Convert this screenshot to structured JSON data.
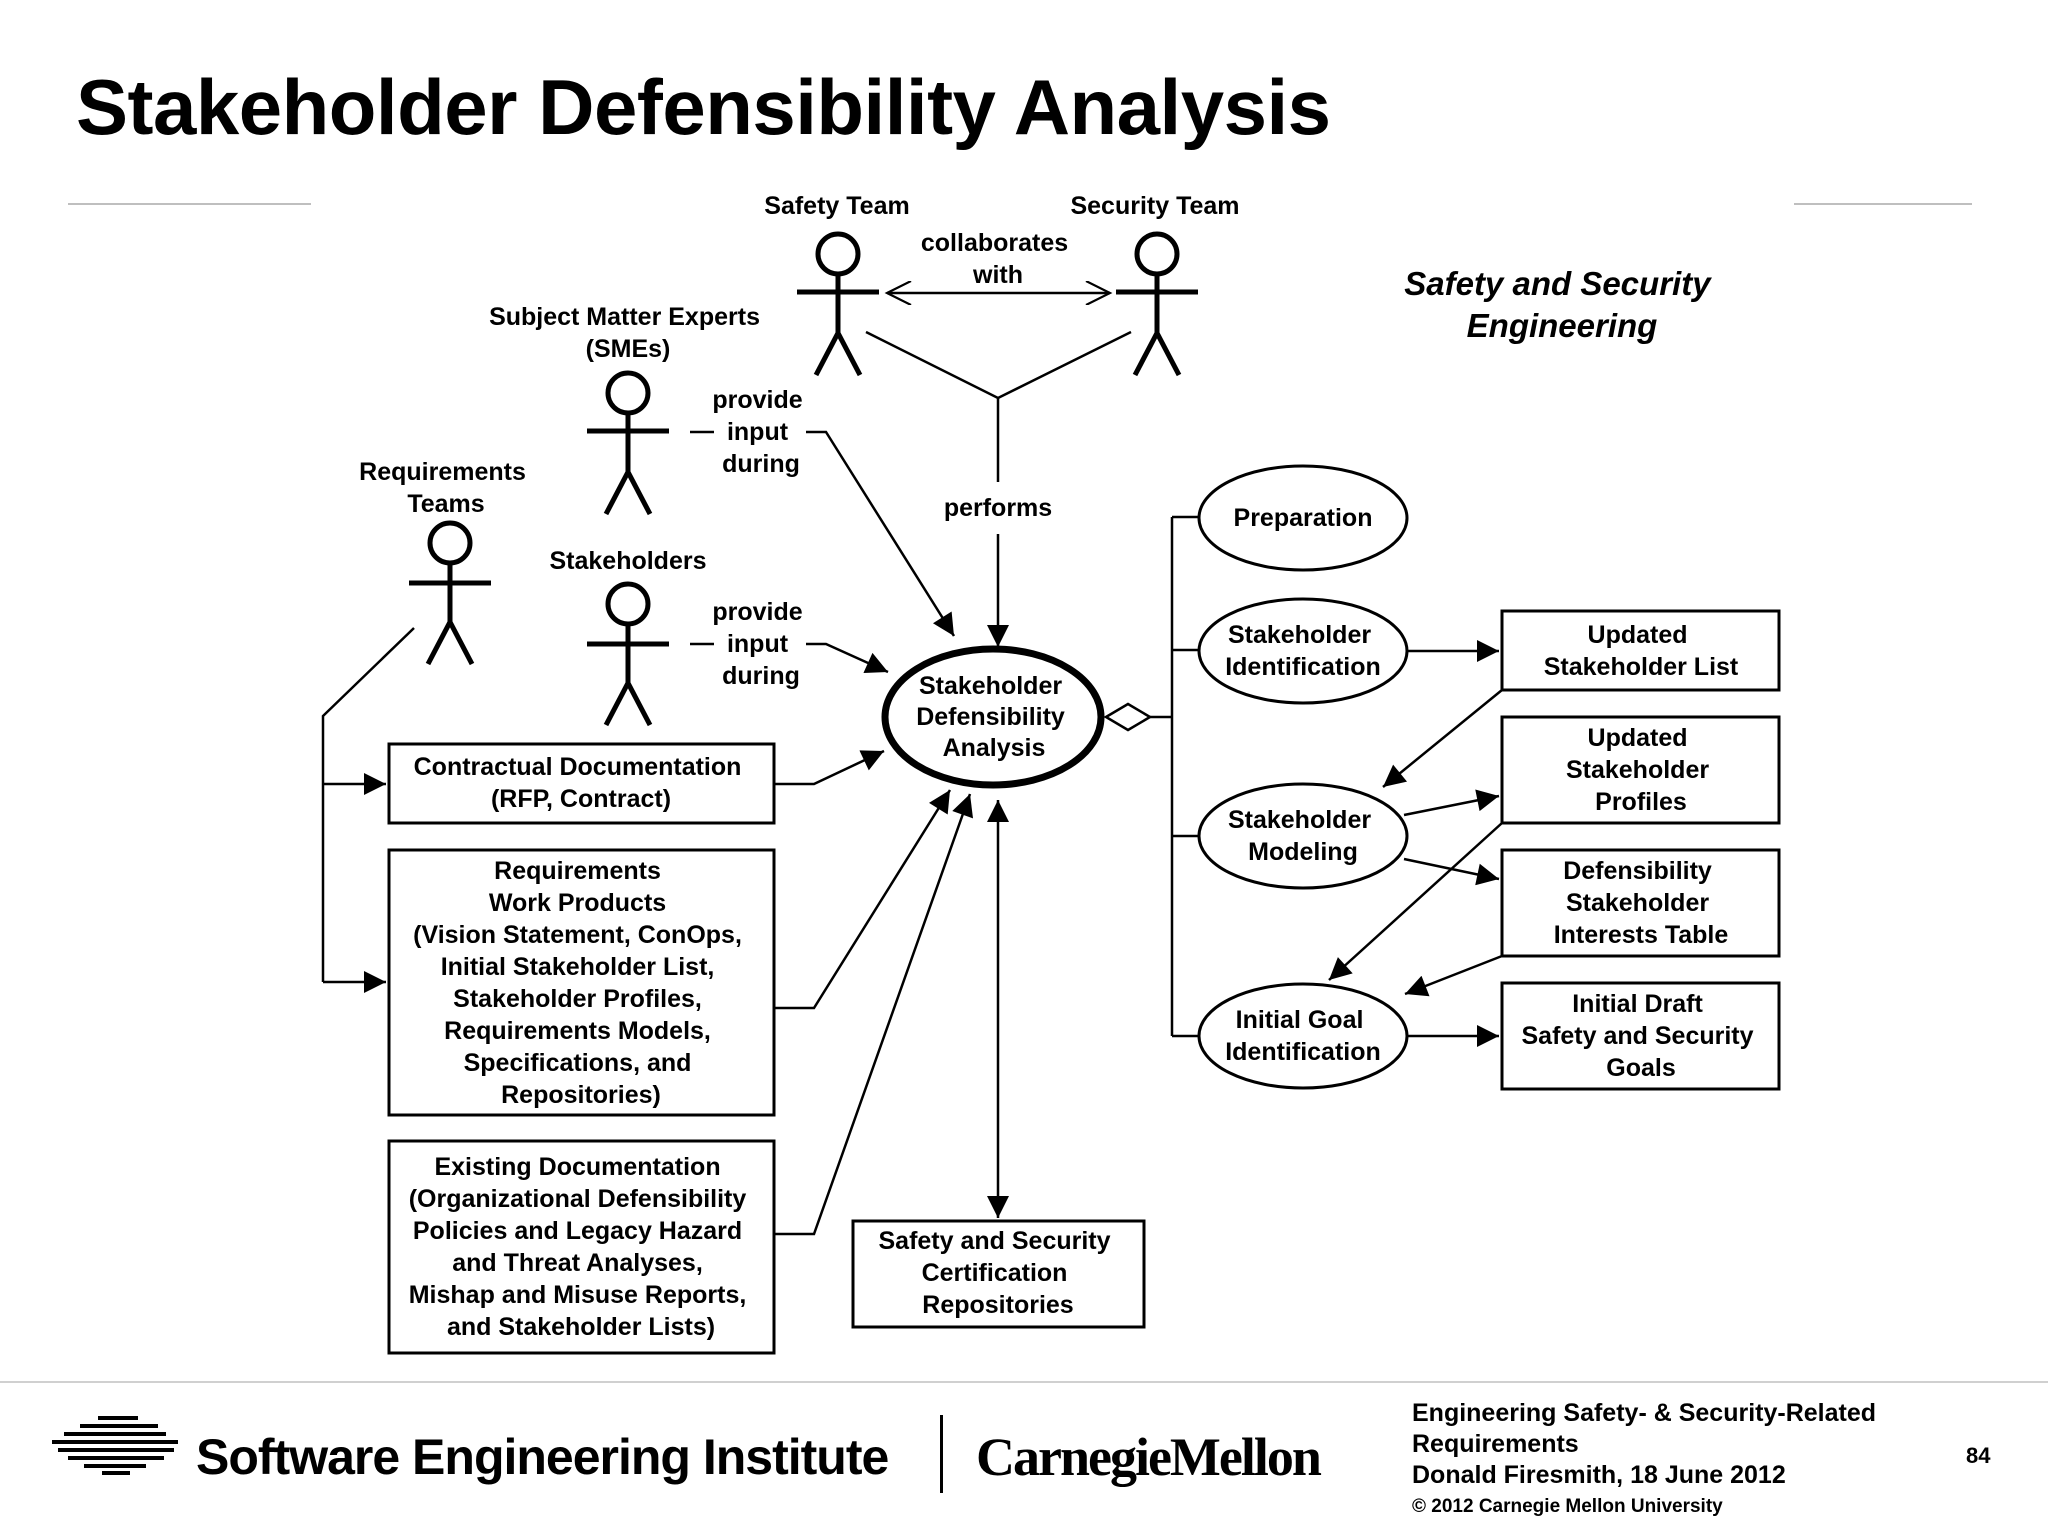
{
  "title": "Stakeholder Defensibility Analysis",
  "side_title": [
    "Safety and Security",
    "Engineering"
  ],
  "actors": {
    "safety_team": "Safety Team",
    "security_team": "Security Team",
    "smes": [
      "Subject Matter Experts",
      "(SMEs)"
    ],
    "requirements_teams": [
      "Requirements",
      "Teams"
    ],
    "stakeholders": "Stakeholders"
  },
  "relations": {
    "collaborates_with": [
      "collaborates",
      "with"
    ],
    "performs": "performs",
    "provide_input_smes": [
      "provide",
      "input",
      "during"
    ],
    "provide_input_stakeholders": [
      "provide",
      "input",
      "during"
    ]
  },
  "central": [
    "Stakeholder",
    "Defensibility",
    "Analysis"
  ],
  "inputs": {
    "contractual": [
      "Contractual Documentation",
      "(RFP, Contract)"
    ],
    "requirements_work_products": [
      "Requirements",
      "Work Products",
      "(Vision Statement, ConOps,",
      "Initial Stakeholder List,",
      "Stakeholder Profiles,",
      "Requirements Models,",
      "Specifications, and",
      "Repositories)"
    ],
    "existing_documentation": [
      "Existing Documentation",
      "(Organizational Defensibility",
      "Policies and Legacy Hazard",
      "and Threat Analyses,",
      "Mishap and Misuse Reports,",
      "and Stakeholder Lists)"
    ],
    "repositories": [
      "Safety and Security",
      "Certification",
      "Repositories"
    ]
  },
  "tasks": {
    "preparation": [
      "Preparation"
    ],
    "stakeholder_identification": [
      "Stakeholder",
      "Identification"
    ],
    "stakeholder_modeling": [
      "Stakeholder",
      "Modeling"
    ],
    "initial_goal_identification": [
      "Initial Goal",
      "Identification"
    ]
  },
  "outputs": {
    "updated_list": [
      "Updated",
      "Stakeholder List"
    ],
    "updated_profiles": [
      "Updated",
      "Stakeholder",
      "Profiles"
    ],
    "interests_table": [
      "Defensibility",
      "Stakeholder",
      "Interests Table"
    ],
    "draft_goals": [
      "Initial Draft",
      "Safety and Security",
      "Goals"
    ]
  },
  "footer": {
    "institute": "Software Engineering Institute",
    "university": "CarnegieMellon",
    "course_line1": "Engineering Safety- & Security-Related",
    "course_line2": "Requirements",
    "author_date": "Donald Firesmith,  18 June 2012",
    "copyright": "© 2012 Carnegie Mellon University",
    "page": "84"
  }
}
